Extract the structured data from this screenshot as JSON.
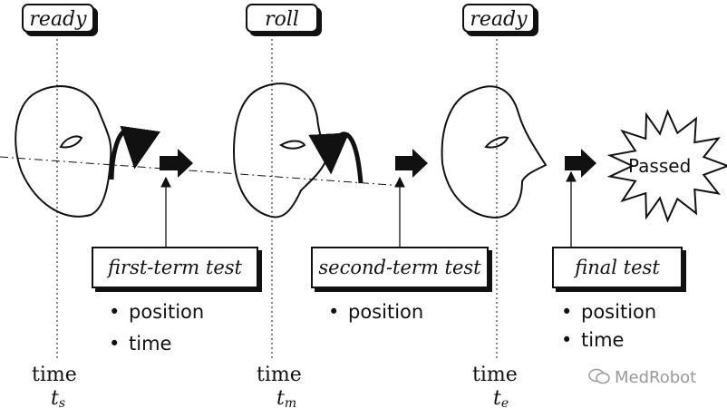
{
  "stages": [
    {
      "state": "ready",
      "time_word": "time",
      "time_symbol": "t",
      "time_subscript": "s"
    },
    {
      "state": "roll",
      "time_word": "time",
      "time_symbol": "t",
      "time_subscript": "m"
    },
    {
      "state": "ready",
      "time_word": "time",
      "time_symbol": "t",
      "time_subscript": "e"
    }
  ],
  "tests": [
    {
      "title": "first-term test",
      "items": [
        "position",
        "time"
      ]
    },
    {
      "title": "second-term test",
      "items": [
        "position"
      ]
    },
    {
      "title": "final test",
      "items": [
        "position",
        "time"
      ]
    }
  ],
  "result": {
    "label": "Passed"
  },
  "bullet_symbol": "•",
  "watermark": {
    "text": "MedRobot"
  }
}
